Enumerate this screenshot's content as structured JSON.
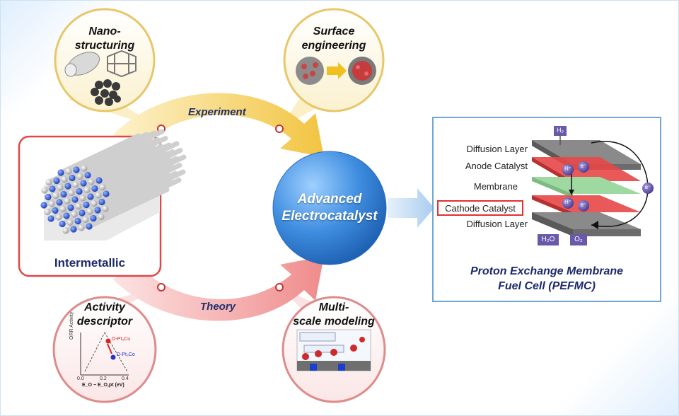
{
  "bubbles": {
    "nano": {
      "line1": "Nano-",
      "line2": "structuring"
    },
    "surface": {
      "line1": "Surface",
      "line2": "engineering"
    },
    "activity": {
      "line1": "Activity",
      "line2": "descriptor"
    },
    "multiscale": {
      "line1": "Multi-",
      "line2": "scale modeling"
    }
  },
  "flow": {
    "experiment": "Experiment",
    "theory": "Theory"
  },
  "intermetallic": {
    "label": "Intermetallic"
  },
  "core": {
    "line1": "Advanced",
    "line2": "Electrocatalyst"
  },
  "fuel_cell": {
    "h2": "H₂",
    "h2o": "H₂O",
    "o2": "O₂",
    "layers": {
      "diffusion_top": "Diffusion Layer",
      "anode": "Anode Catalyst",
      "membrane": "Membrane",
      "cathode": "Cathode Catalyst",
      "diffusion_bottom": "Diffusion Layer"
    },
    "hplus": "H⁺",
    "eminus": "e⁻",
    "title_line1": "Proton Exchange Membrane",
    "title_line2": "Fuel Cell (PEFMC)"
  },
  "activity_plot": {
    "ylabel": "ORR Activity",
    "xlabel": "E_O − E_O,pt (eV)",
    "ticks": [
      "0.0",
      "0.2",
      "0.4"
    ],
    "pt3cu_label": "O-Pt₃Cu",
    "pt3co_label": "D-Pt₃Co"
  },
  "colors": {
    "experiment_arrow": "#f3cc4e",
    "theory_arrow": "#f08f8f",
    "core": "#3b86d8",
    "intermetallic_border": "#e04848",
    "fuel_cell_border": "#6fa6d6",
    "anode": "#e84747",
    "membrane": "#9ed9a2",
    "gray_layer": "#6c6c6c"
  }
}
